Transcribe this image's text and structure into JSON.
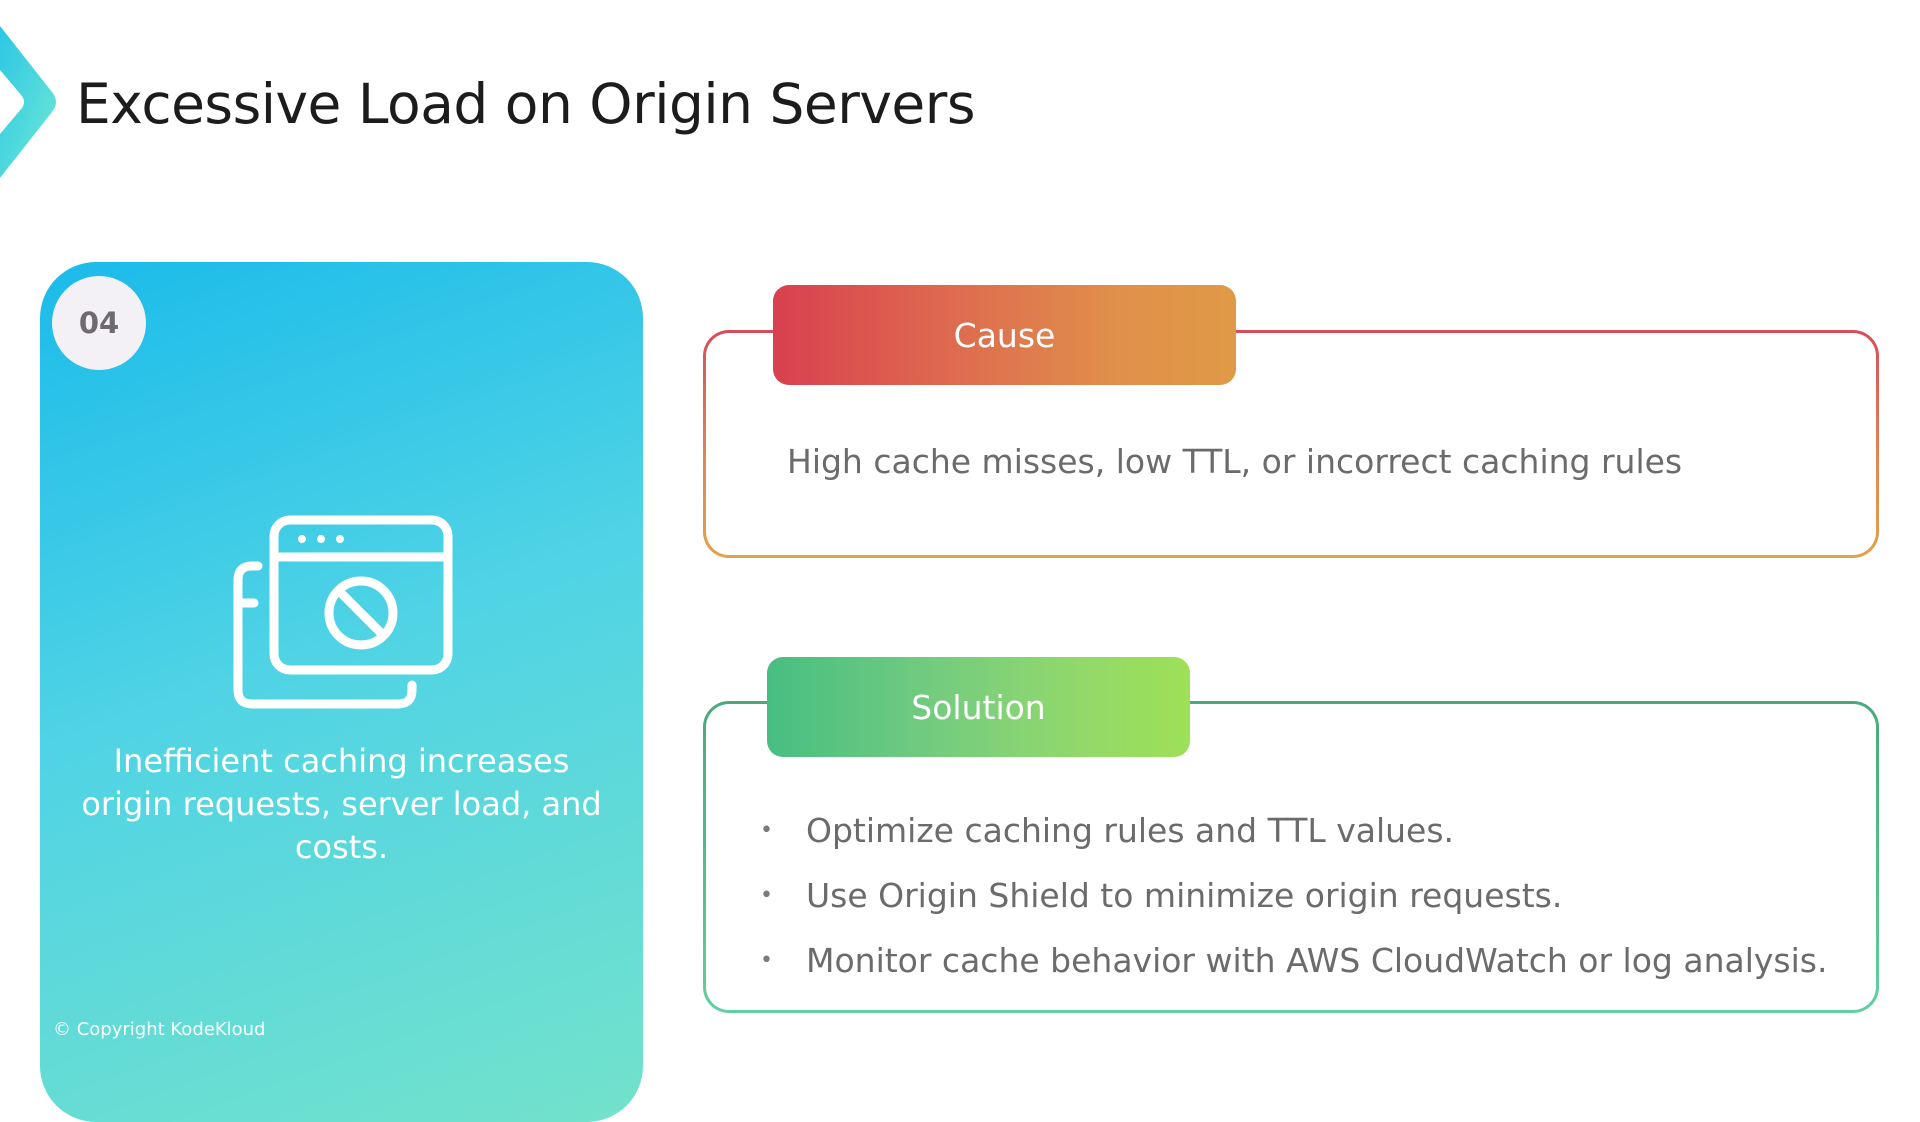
{
  "slide": {
    "title": "Excessive Load on Origin Servers",
    "logo_icon": "chevron-right-icon"
  },
  "card": {
    "badge_number": "04",
    "icon": "browser-blocked-icon",
    "description": "Inefficient caching increases origin requests, server load, and costs.",
    "copyright": "© Copyright KodeKloud",
    "colors": {
      "gradient_start": "#1bbbea",
      "gradient_end": "#73e2cb"
    }
  },
  "cause": {
    "header": "Cause",
    "text": "High cache misses, low TTL, or incorrect caching rules",
    "colors": {
      "gradient_start": "#d8404f",
      "gradient_end": "#e09a46"
    }
  },
  "solution": {
    "header": "Solution",
    "items": [
      "Optimize caching rules and TTL values.",
      "Use Origin Shield to minimize origin requests.",
      "Monitor cache behavior with AWS CloudWatch or log analysis."
    ],
    "bullet_glyph": "•",
    "colors": {
      "gradient_start": "#47be81",
      "gradient_end": "#9ee056"
    }
  }
}
